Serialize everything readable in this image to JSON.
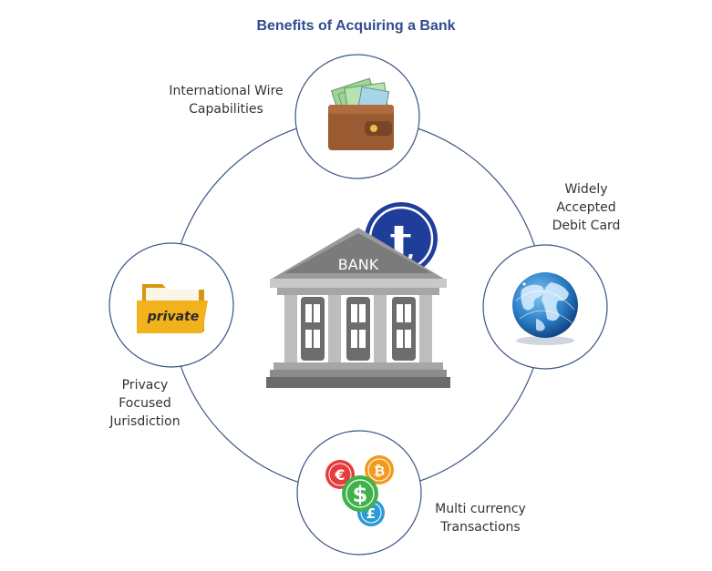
{
  "title": "Benefits of Acquiring a Bank",
  "center": {
    "bank_label": "BANK",
    "coin_letter": "t"
  },
  "benefits": [
    {
      "lines": [
        "International Wire",
        "Capabilities"
      ],
      "icon": "wallet-icon"
    },
    {
      "lines": [
        "Widely",
        "Accepted",
        "Debit Card"
      ],
      "icon": "globe-icon"
    },
    {
      "lines": [
        "Multi currency",
        "Transactions"
      ],
      "icon": "currency-coins-icon"
    },
    {
      "lines": [
        "Privacy",
        "Focused",
        "Jurisdiction"
      ],
      "icon": "folder-icon"
    }
  ],
  "folder_text": "private",
  "coins": {
    "euro": "€",
    "bitcoin": "₿",
    "dollar": "$",
    "pound": "£"
  },
  "colors": {
    "title": "#2f4b8f",
    "ring": "#3b5486",
    "bank_gray": "#8c8c8c",
    "coin_blue": "#1e3e9a",
    "folder_yellow": "#f2b21d"
  }
}
